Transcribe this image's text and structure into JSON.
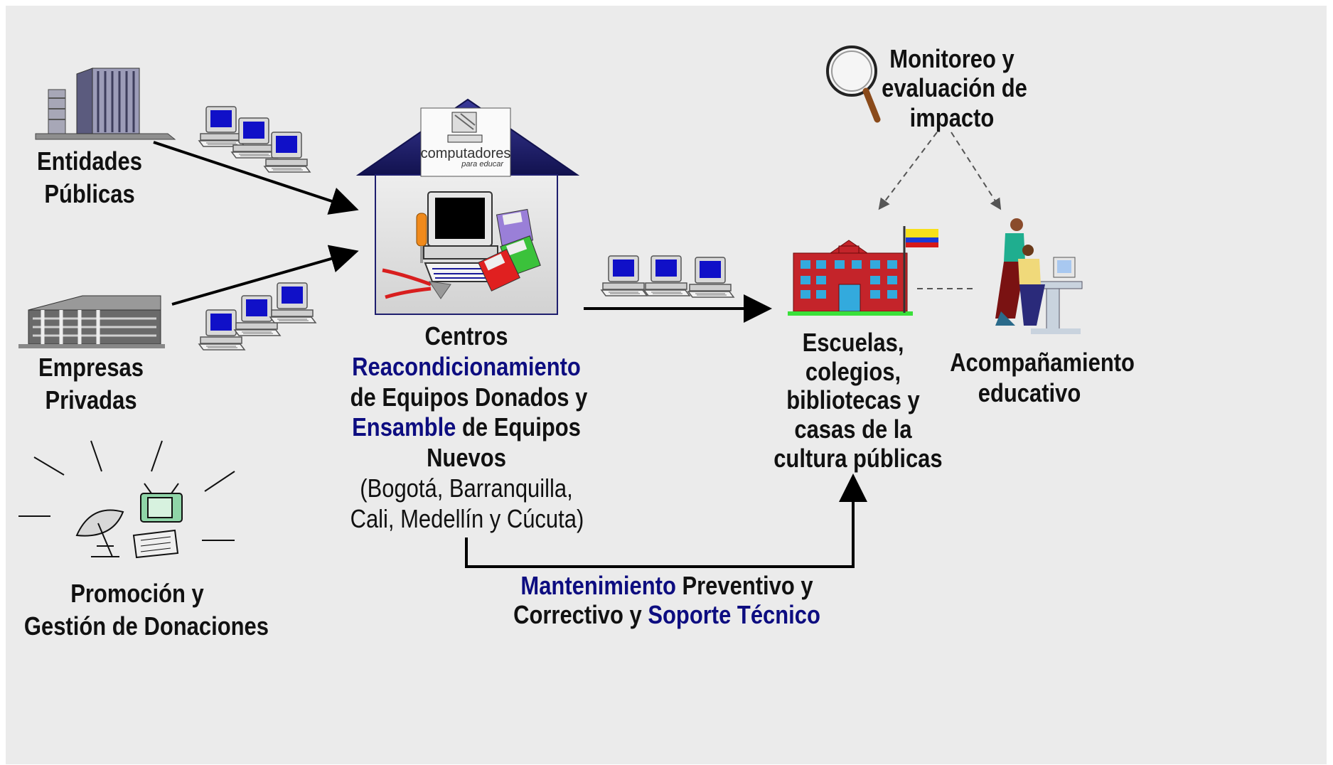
{
  "sources": {
    "public": {
      "label_line1": "Entidades",
      "label_line2": "Públicas"
    },
    "private": {
      "label_line1": "Empresas",
      "label_line2": "Privadas"
    },
    "promotion": {
      "label_line1": "Promoción y",
      "label_line2": "Gestión de Donaciones"
    }
  },
  "center": {
    "sign_word": "computadores",
    "sign_sub": "para educar",
    "line1": "Centros",
    "line2": "Reacondicionamiento",
    "line3_a": "de Equipos Donados y",
    "line4_a": "Ensamble",
    "line4_b": " de Equipos",
    "line5": "Nuevos",
    "line6": "(Bogotá, Barranquilla,",
    "line7": "Cali, Medellín y Cúcuta)"
  },
  "schools": {
    "line1": "Escuelas,",
    "line2": "colegios,",
    "line3": "bibliotecas y",
    "line4": "casas de la",
    "line5": "cultura públicas"
  },
  "accompaniment": {
    "line1": "Acompañamiento",
    "line2": "educativo"
  },
  "monitoring": {
    "line1": "Monitoreo y",
    "line2": "evaluación de",
    "line3": "impacto"
  },
  "maintenance": {
    "part1": "Mantenimiento",
    "part2": " Preventivo y",
    "part3": "Correctivo y ",
    "part4": "Soporte Técnico"
  },
  "colors": {
    "background": "#ebebeb",
    "text": "#111111",
    "accent_blue": "#0d0d80",
    "roof": "#1e1e6e"
  }
}
